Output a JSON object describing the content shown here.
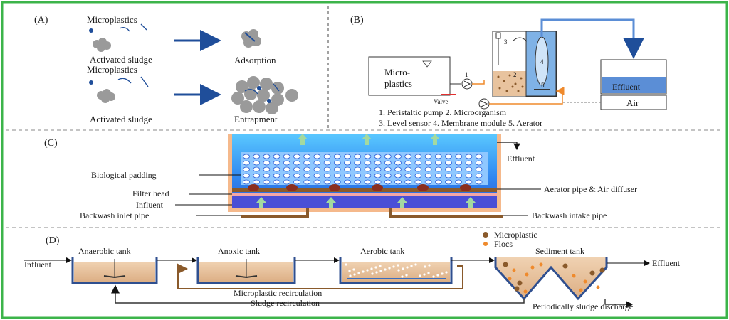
{
  "panel_a": {
    "label": "(A)",
    "top": {
      "particles": "Microplastics",
      "sludge": "Activated sludge",
      "result": "Adsorption"
    },
    "bottom": {
      "particles": "Microplastics",
      "sludge": "Activated sludge",
      "result": "Entrapment"
    }
  },
  "panel_b": {
    "label": "(B)",
    "tank_label": "Micro-\nplastics",
    "valve": "Valve",
    "effluent": "Effluent",
    "air": "Air",
    "numbers": [
      "1",
      "2",
      "3",
      "4",
      "5"
    ],
    "legend_row1": "1. Peristaltic pump    2. Microorganism",
    "legend_row2": "3. Level sensor    4. Membrane module    5. Aerator"
  },
  "panel_c": {
    "label": "(C)",
    "effluent": "Effluent",
    "biological_padding": "Biological padding",
    "filter_head": "Filter head",
    "influent": "Influent",
    "backwash_inlet": "Backwash inlet pipe",
    "aerator": "Aerator pipe & Air diffuser",
    "backwash_intake": "Backwash intake pipe"
  },
  "panel_d": {
    "label": "(D)",
    "legend_microplastic": "Microplastic",
    "legend_flocs": "Flocs",
    "influent": "Influent",
    "anaerobic": "Anaerobic tank",
    "anoxic": "Anoxic tank",
    "aerobic": "Aerobic tank",
    "sediment": "Sediment tank",
    "effluent": "Effluent",
    "mp_recirc": "Microplastic recirculation",
    "sludge_recirc": "Sludge recirculation",
    "discharge": "Periodically sludge discharge"
  },
  "colors": {
    "frame": "#3cb44a",
    "arrow_blue": "#1f4e9a",
    "sludge": "#e8c39e",
    "water": "#3aa0ff",
    "pipe": "#8a5a2b"
  }
}
